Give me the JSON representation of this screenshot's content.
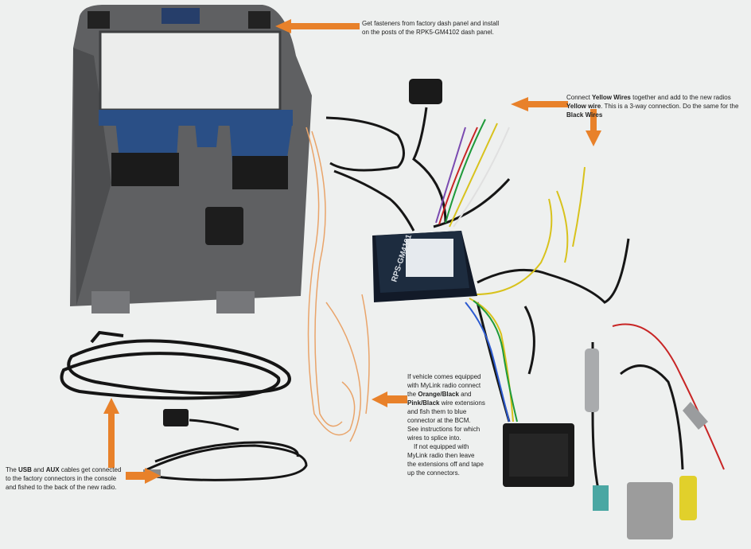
{
  "module_label": "RPS-GM4101",
  "callouts": {
    "fasteners": {
      "line1": "Get fasteners from factory dash panel and install",
      "line2": "on the posts of the RPK5-GM4102 dash panel."
    },
    "wires": {
      "t1": "Connect ",
      "b1": "Yellow Wires",
      "t2": " together and add to the new radios ",
      "b2": "Yellow",
      "b3": "wire",
      "t3": ". This is a 3-way connection. Do the same for the ",
      "b4": "Black Wires"
    },
    "mylink": {
      "l1": "If vehicle comes equipped",
      "l2": "with MyLink radio connect",
      "l3a": "the ",
      "l3b": "Orange/Black",
      "l3c": " and",
      "l4a": "Pink/Black",
      "l4b": " wire extensions",
      "l5": "and fish them to blue",
      "l6": "connector at the BCM.",
      "l7": "See instructions for which",
      "l8": "wires to splice into.",
      "l9": "If not equipped with",
      "l10": "MyLink radio then leave",
      "l11": "the extensions off and tape",
      "l12": "up the connectors."
    },
    "usb": {
      "l1a": "The ",
      "l1b": "USB",
      "l1c": " and ",
      "l1d": "AUX",
      "l1e": " cables get connected",
      "l2": "to the factory connectors in the console",
      "l3": "and fished to the back of the new radio."
    }
  },
  "colors": {
    "background": "#eef0ef",
    "arrow": "#e8812a",
    "panel": "#5f6062",
    "module": "#1d2c3f",
    "circuit_board": "#2a4f86"
  }
}
